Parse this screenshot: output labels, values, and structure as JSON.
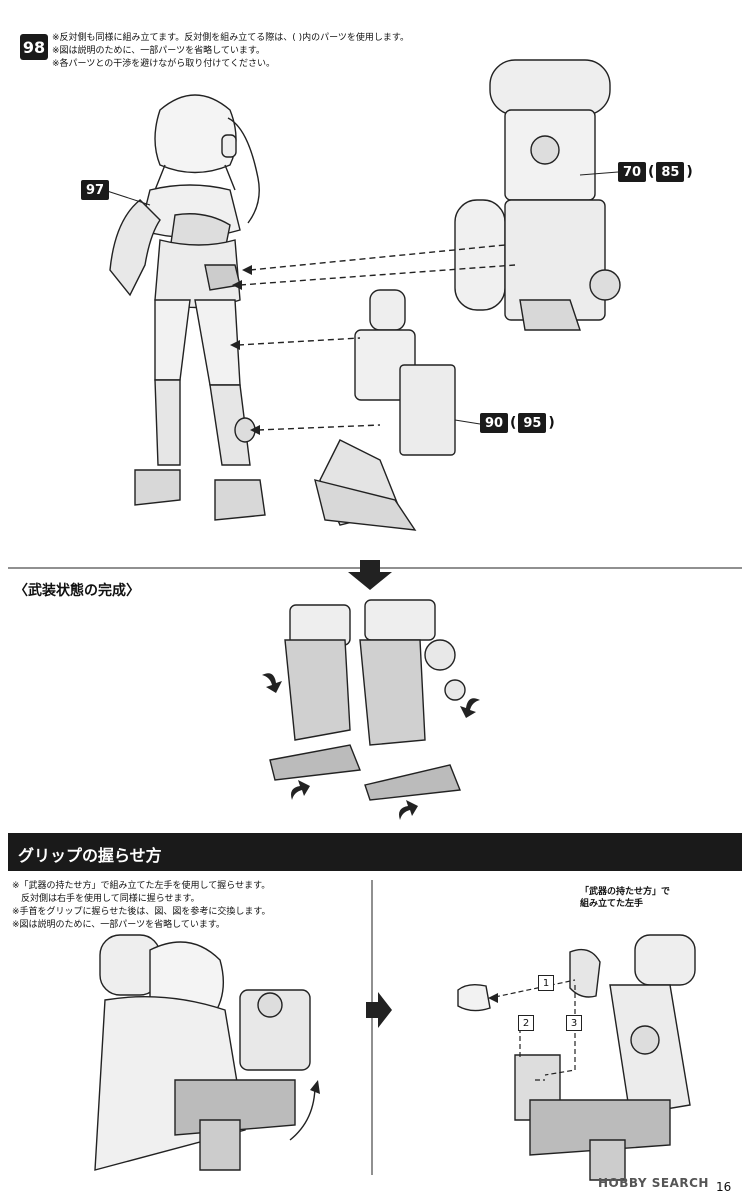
{
  "step": {
    "number": "98",
    "notes": [
      "※反対側も同様に組み立てます。反対側を組み立てる際は、( )内のパーツを使用します。",
      "※図は説明のために、一部パーツを省略しています。",
      "※各パーツとの干渉を避けながら取り付けてください。"
    ],
    "parts": {
      "figure": "97",
      "upper_unit": "70",
      "upper_unit_alt": "85",
      "leg_unit": "90",
      "leg_unit_alt": "95"
    }
  },
  "completed": {
    "heading": "〈武装状態の完成〉"
  },
  "grip": {
    "title": "グリップの握らせ方",
    "notes": [
      "※「武器の持たせ方」で組み立てた左手を使用して握らせます。",
      "　反対側は右手を使用して同様に握らせます。",
      "※手首をグリップに握らせた後は、図、図を参考に交換します。",
      "※図は説明のために、一部パーツを省略しています。"
    ],
    "callout": [
      "「武器の持たせ方」で",
      "組み立てた左手"
    ],
    "steps": [
      "1",
      "2",
      "3"
    ]
  },
  "page_number": "16",
  "watermark": "HOBBY SEARCH"
}
